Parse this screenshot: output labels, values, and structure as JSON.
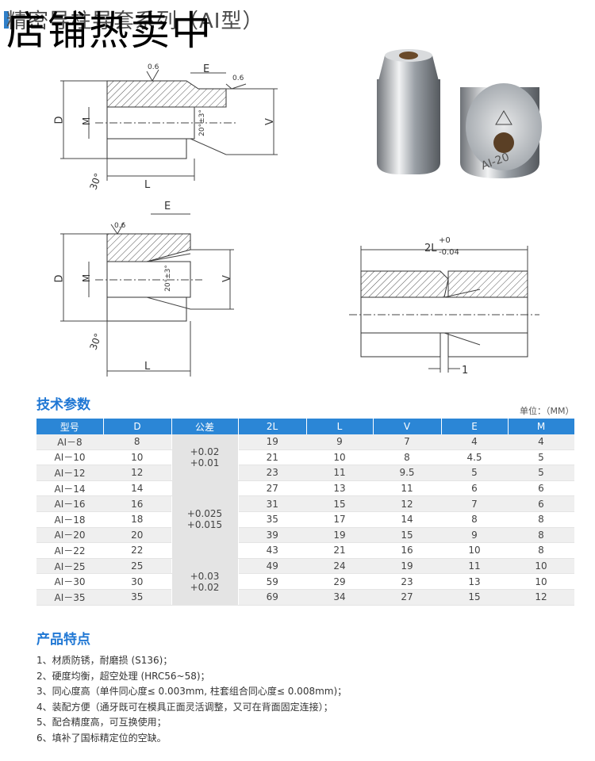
{
  "header": {
    "title": "精密导柱导套系列（AI型）",
    "watermark": "店铺热卖中"
  },
  "drawings": {
    "top": {
      "roughness_a": "0.6",
      "roughness_b": "0.6",
      "dim_e": "E",
      "dim_d": "D",
      "dim_m": "M",
      "dim_v": "V",
      "angle": "20°±3°",
      "chamfer": "30°",
      "dim_l": "L"
    },
    "middle": {
      "roughness": "0.6",
      "dim_e": "E",
      "dim_d": "D",
      "dim_m": "M",
      "dim_v": "V",
      "angle": "20°±3°",
      "chamfer": "30°",
      "dim_l": "L"
    },
    "right": {
      "dim_2l": "2L",
      "tol_upper": "+0",
      "tol_lower": "-0.04",
      "gap": "1"
    }
  },
  "photo": {
    "part_label": "AI-20"
  },
  "spec": {
    "title": "技术参数",
    "unit": "单位：（MM）",
    "headers": [
      "型号",
      "D",
      "公差",
      "2L",
      "L",
      "V",
      "E",
      "M"
    ],
    "rows": [
      [
        "AI－8",
        "8",
        "19",
        "9",
        "7",
        "4",
        "4"
      ],
      [
        "AI－10",
        "10",
        "21",
        "10",
        "8",
        "4.5",
        "5"
      ],
      [
        "AI－12",
        "12",
        "23",
        "11",
        "9.5",
        "5",
        "5"
      ],
      [
        "AI－14",
        "14",
        "27",
        "13",
        "11",
        "6",
        "6"
      ],
      [
        "AI－16",
        "16",
        "31",
        "15",
        "12",
        "7",
        "6"
      ],
      [
        "AI－18",
        "18",
        "35",
        "17",
        "14",
        "8",
        "8"
      ],
      [
        "AI－20",
        "20",
        "39",
        "19",
        "15",
        "9",
        "8"
      ],
      [
        "AI－22",
        "22",
        "43",
        "21",
        "16",
        "10",
        "8"
      ],
      [
        "AI－25",
        "25",
        "49",
        "24",
        "19",
        "11",
        "10"
      ],
      [
        "AI－30",
        "30",
        "59",
        "29",
        "23",
        "13",
        "10"
      ],
      [
        "AI－35",
        "35",
        "69",
        "34",
        "27",
        "15",
        "12"
      ]
    ],
    "tolerances": [
      {
        "upper": "+0.02",
        "lower": "+0.01"
      },
      {
        "upper": "+0.025",
        "lower": "+0.015"
      },
      {
        "upper": "+0.03",
        "lower": "+0.02"
      }
    ]
  },
  "features": {
    "title": "产品特点",
    "items": [
      "1、材质防锈，耐磨损 (S136)；",
      "2、硬度均衡，超空处理 (HRC56~58)；",
      "3、同心度高（单件同心度≤ 0.003mm, 柱套组合同心度≤ 0.008mm)；",
      "4、装配方便（通牙既可在模具正面灵活调整，又可在背面固定连接）；",
      "5、配合精度高，可互换使用；",
      "6、填补了国标精定位的空缺。"
    ]
  },
  "colors": {
    "accent": "#2b86d6",
    "title_blue": "#1f77d4"
  }
}
